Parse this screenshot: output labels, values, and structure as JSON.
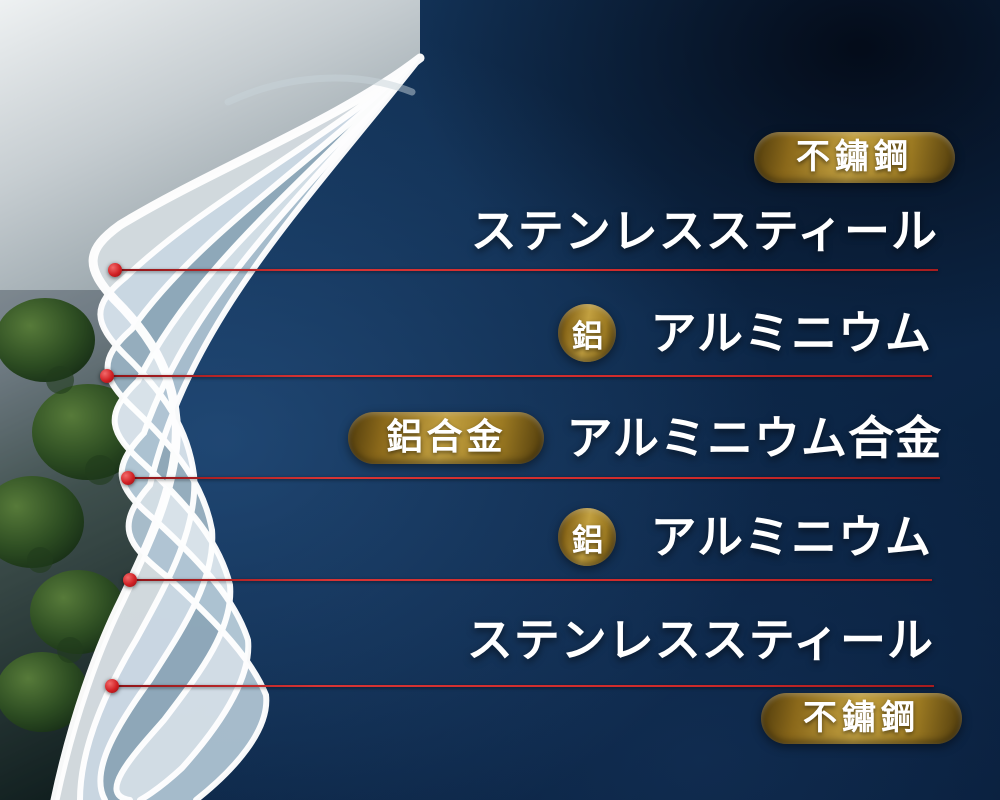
{
  "diagram": {
    "subject": "five-ply-cookware-layer-construction",
    "rows": [
      {
        "badge": "不鏽鋼"
      },
      {
        "label": "ステンレススティール"
      },
      {
        "badge": "鋁",
        "label": "アルミニウム"
      },
      {
        "badge": "鋁合金",
        "label": "アルミニウム合金"
      },
      {
        "badge": "鋁",
        "label": "アルミニウム"
      },
      {
        "label": "ステンレススティール"
      },
      {
        "badge": "不鏽鋼"
      }
    ],
    "colors": {
      "background_navy": "#0e2a4c",
      "badge_gold": "#c2a040",
      "callout_red": "#cf2a2a",
      "label_text": "#ffffff"
    }
  }
}
